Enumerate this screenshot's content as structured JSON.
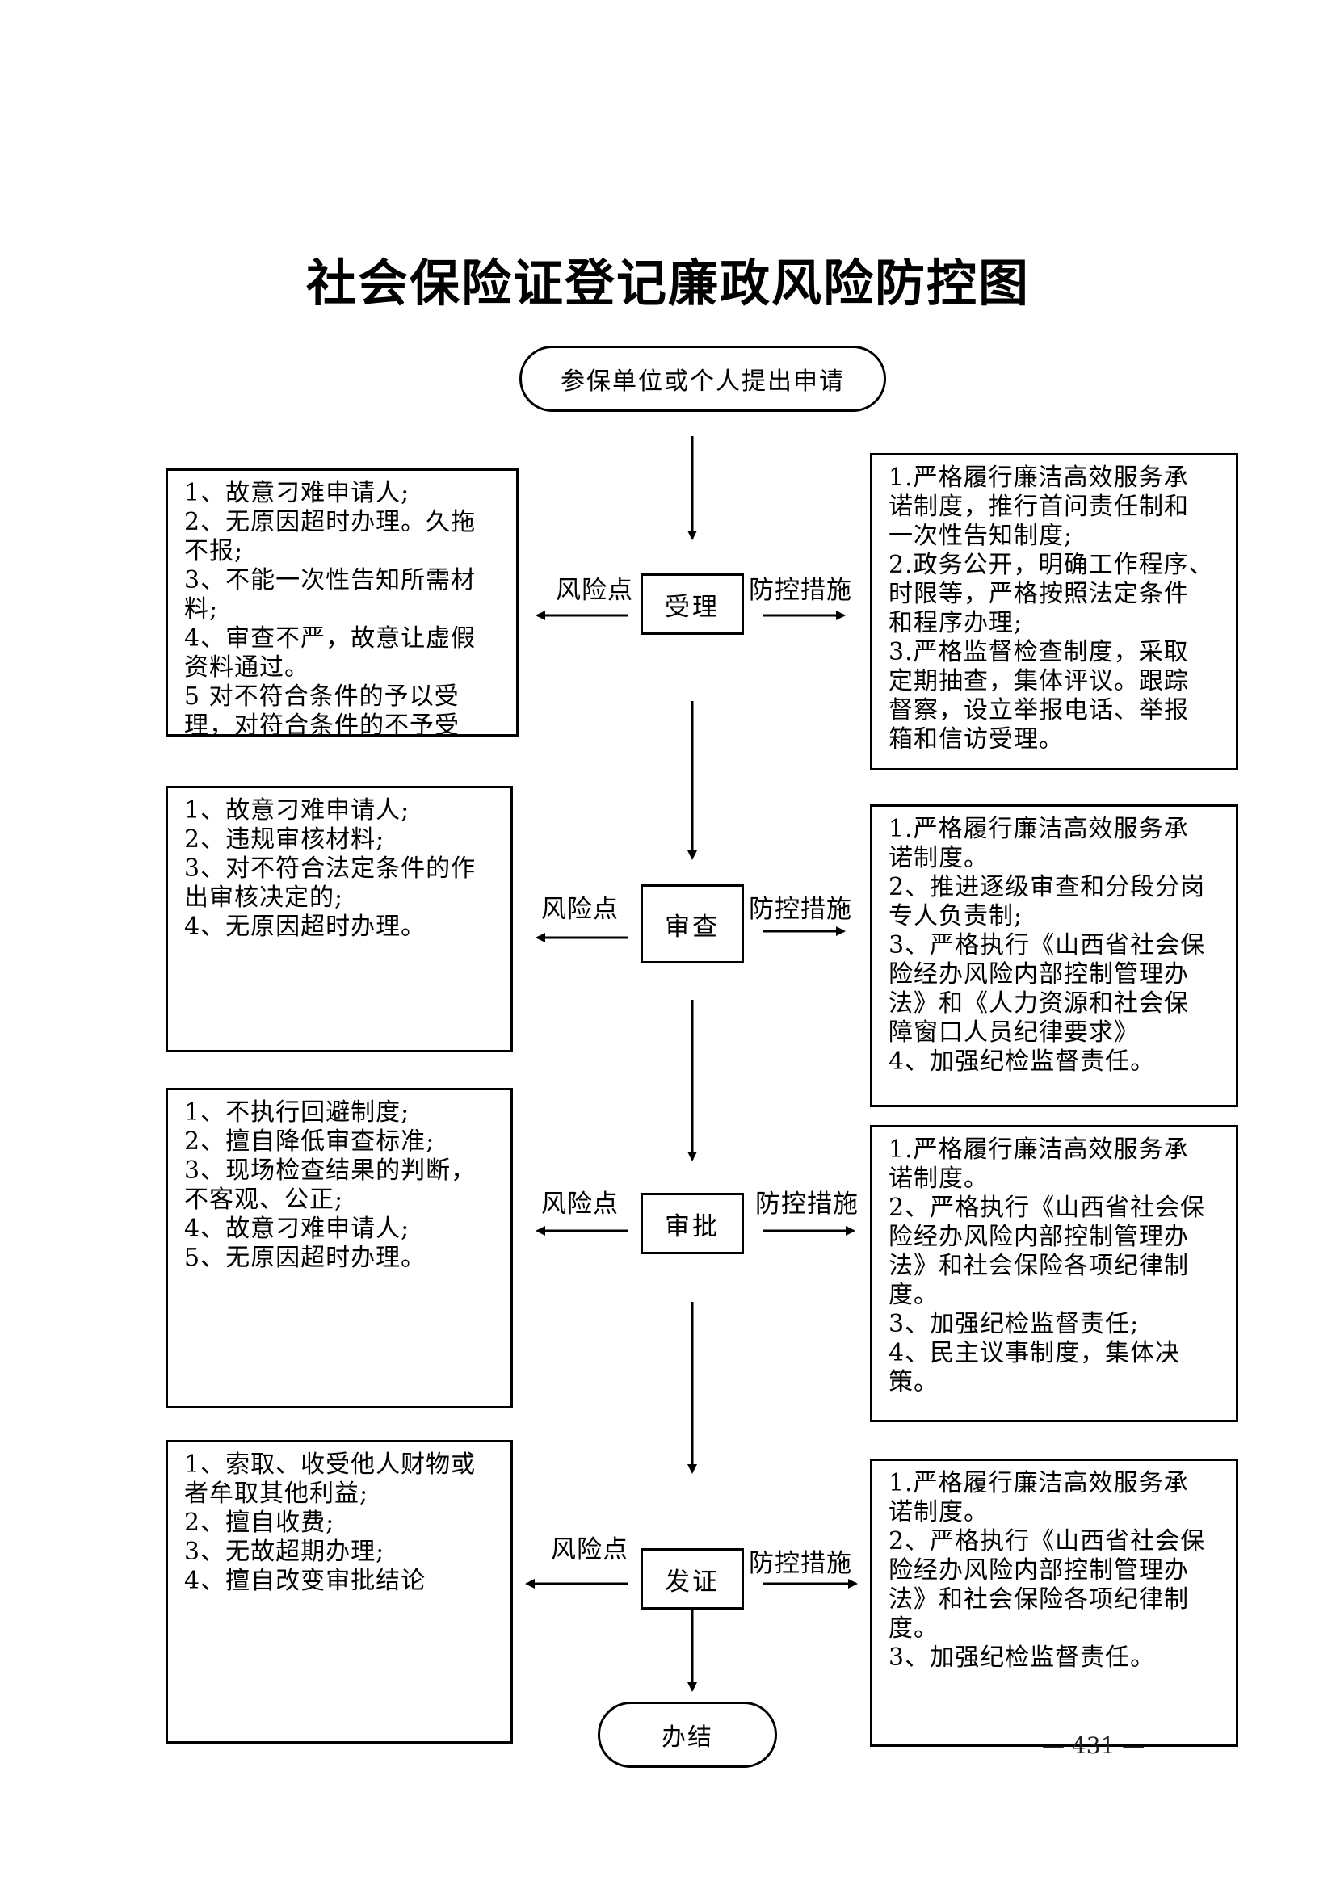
{
  "title": "社会保险证登记廉政风险防控图",
  "start": "参保单位或个人提出申请",
  "end": "办结",
  "risk_label": "风险点",
  "control_label": "防控措施",
  "stages": [
    {
      "name": "受理",
      "risks": [
        "1、故意刁难申请人;",
        "2、无原因超时办理。久拖",
        "不报;",
        "3、不能一次性告知所需材",
        "料;",
        "4、审查不严，故意让虚假",
        "资料通过。",
        "5 对不符合条件的予以受",
        "理，对符合条件的不予受"
      ],
      "controls": [
        "1.严格履行廉洁高效服务承",
        "诺制度，推行首问责任制和",
        "一次性告知制度;",
        "2.政务公开，明确工作程序、",
        "时限等，严格按照法定条件",
        "和程序办理;",
        "3.严格监督检查制度，采取",
        "定期抽查，集体评议。跟踪",
        "督察，设立举报电话、举报",
        "箱和信访受理。"
      ]
    },
    {
      "name": "审查",
      "risks": [
        "1、故意刁难申请人;",
        "2、违规审核材料;",
        "3、对不符合法定条件的作",
        "出审核决定的;",
        "4、无原因超时办理。"
      ],
      "controls": [
        "1.严格履行廉洁高效服务承",
        "诺制度。",
        "2、推进逐级审查和分段分岗",
        "专人负责制;",
        "3、严格执行《山西省社会保",
        "险经办风险内部控制管理办",
        "法》和《人力资源和社会保",
        "障窗口人员纪律要求》",
        "4、加强纪检监督责任。"
      ]
    },
    {
      "name": "审批",
      "risks": [
        "1、不执行回避制度;",
        "2、擅自降低审查标准;",
        "3、现场检查结果的判断，",
        "不客观、公正;",
        "4、故意刁难申请人;",
        "5、无原因超时办理。"
      ],
      "controls": [
        "1.严格履行廉洁高效服务承",
        "诺制度。",
        "2、严格执行《山西省社会保",
        "险经办风险内部控制管理办",
        "法》和社会保险各项纪律制",
        "度。",
        "3、加强纪检监督责任;",
        "4、民主议事制度，集体决策。"
      ]
    },
    {
      "name": "发证",
      "risks": [
        "1、索取、收受他人财物或",
        "者牟取其他利益;",
        "2、擅自收费;",
        "3、无故超期办理;",
        "4、擅自改变审批结论"
      ],
      "controls": [
        "1.严格履行廉洁高效服务承",
        "诺制度。",
        "2、严格执行《山西省社会保",
        "险经办风险内部控制管理办",
        "法》和社会保险各项纪律制",
        "度。",
        "3、加强纪检监督责任。"
      ]
    }
  ],
  "page_number": "— 431 —"
}
